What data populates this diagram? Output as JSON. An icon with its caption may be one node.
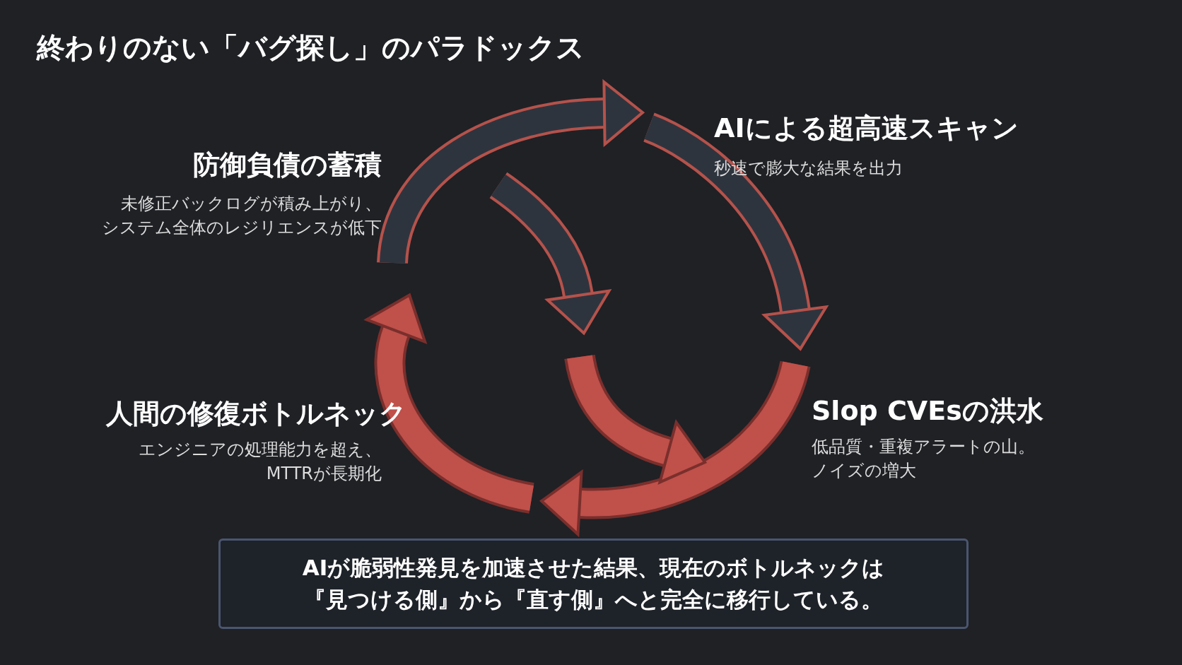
{
  "diagram": {
    "title": "終わりのない「バグ探し」のパラドックス",
    "nodes": [
      {
        "text": [
          "AIが脆弱性発見を加速させた結果、現在のボトルネックは『見つける側』から『直す側』へと完全に移行している。"
        ]
      }
    ],
    "labels": [
      "防御負債の蓄積",
      "未修正バックログが積み上がり、システム全体のレジリエンスが低下",
      "AIによる超高速スキャン",
      "秒速で膨大な結果を出力",
      "人間の修復ボトルネック",
      "エンジニアの処理能力を超え、MTTRが長期化",
      "Slop CVEsの洪水",
      "低品質・重複アラートの山。ノイズの増大"
    ]
  }
}
